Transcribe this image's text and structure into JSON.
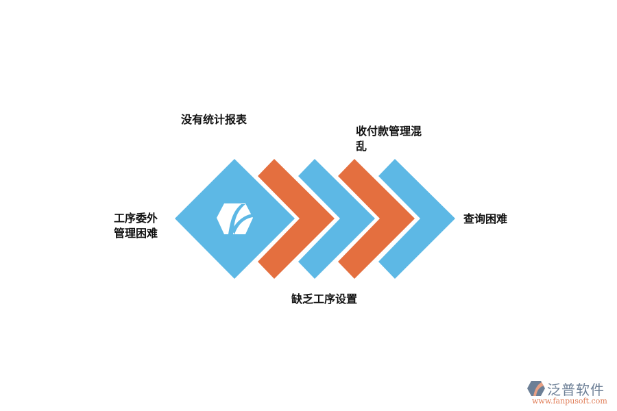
{
  "diagram": {
    "type": "chevron-process",
    "colors": {
      "blue": "#5db8e5",
      "orange": "#e46f3f",
      "text": "#111111"
    },
    "center_diamond": {
      "icon": "brand-hexagon-logo-icon",
      "color": "#5db8e5"
    },
    "chevrons": [
      {
        "index": 1,
        "color": "orange"
      },
      {
        "index": 2,
        "color": "blue"
      },
      {
        "index": 3,
        "color": "orange"
      },
      {
        "index": 4,
        "color": "blue"
      }
    ],
    "labels": {
      "left": "工序委外管理困难",
      "left_line1": "工序委外",
      "left_line2": "管理困难",
      "top_left": "没有统计报表",
      "top_right_line1": "收付款管理混",
      "top_right_line2": "乱",
      "bottom": "缺乏工序设置",
      "right": "查询困难"
    }
  },
  "watermark": {
    "brand": "泛普软件",
    "url": "www.fanpusoft.com",
    "icon": "fanpu-logo-icon"
  }
}
